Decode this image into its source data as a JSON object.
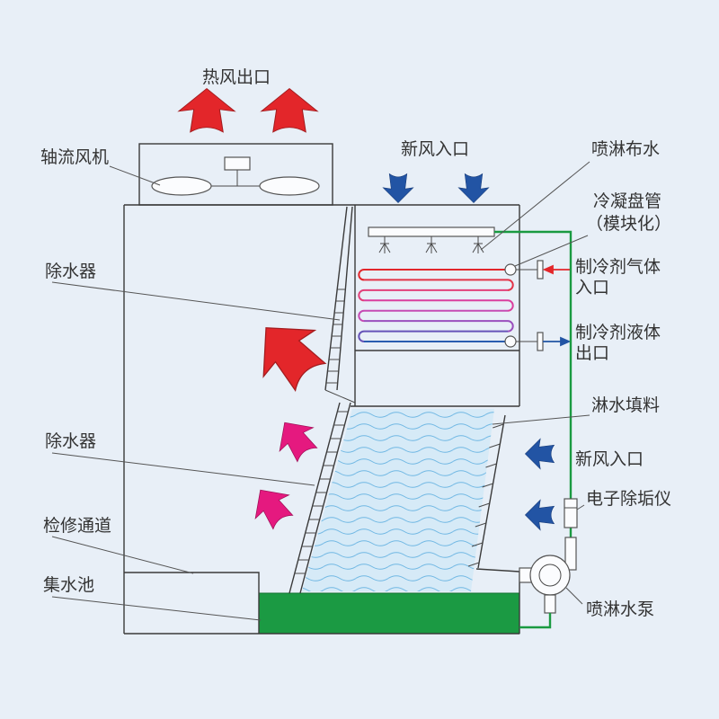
{
  "labels": {
    "hot_air_outlet": "热风出口",
    "axial_fan": "轴流风机",
    "fresh_air_inlet_top": "新风入口",
    "spray_distribution": "喷淋布水",
    "condensing_coil": "冷凝盘管",
    "condensing_coil_note": "（模块化）",
    "drift_eliminator_upper": "除水器",
    "drift_eliminator_lower": "除水器",
    "refrigerant_gas_inlet_line1": "制冷剂气体",
    "refrigerant_gas_inlet_line2": "入口",
    "refrigerant_liquid_outlet_line1": "制冷剂液体",
    "refrigerant_liquid_outlet_line2": "出口",
    "fill_media": "淋水填料",
    "fresh_air_inlet_side": "新风入口",
    "electronic_descaler": "电子除垢仪",
    "access_passage": "检修通道",
    "water_basin": "集水池",
    "spray_pump": "喷淋水泵"
  },
  "icons": {
    "hot_air": "red-up-arrow-icon",
    "moist_air": "magenta-arrow-icon",
    "fresh_air": "blue-arrow-icon"
  },
  "colors": {
    "background": "#e8eff7",
    "hot_air": "#e3262a",
    "moist_air": "#e5197f",
    "fresh_air": "#2254a4",
    "water_pipe": "#1a9a41",
    "basin_water": "#1b9a43",
    "fill_media": "#d6eaf7",
    "fill_wave": "#6fb7e3",
    "coil": [
      "#e2262b",
      "#e23448",
      "#e2407a",
      "#da3f9e",
      "#c64bb4",
      "#9a4fbd",
      "#6653b8",
      "#2a5db0"
    ]
  }
}
